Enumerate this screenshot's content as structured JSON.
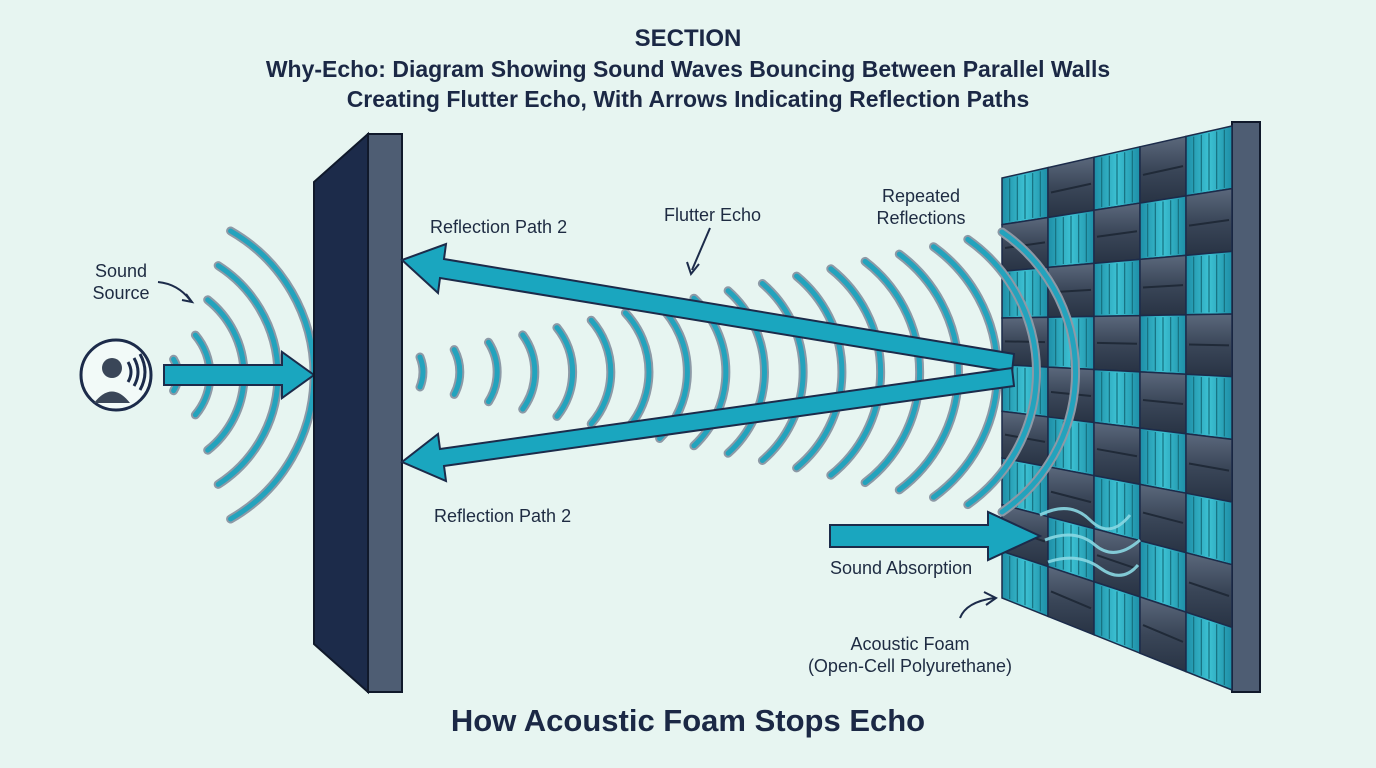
{
  "header": {
    "section": "SECTION",
    "title_line1": "Why-Echo: Diagram Showing Sound Waves Bouncing Between Parallel Walls",
    "title_line2": "Creating Flutter Echo, With Arrows Indicating Reflection Paths"
  },
  "labels": {
    "sound_source_1": "Sound",
    "sound_source_2": "Source",
    "reflection_top": "Reflection Path 2",
    "reflection_bottom": "Reflection Path 2",
    "flutter_echo": "Flutter Echo",
    "repeated_1": "Repeated",
    "repeated_2": "Reflections",
    "sound_absorption": "Sound Absorption",
    "foam_1": "Acoustic Foam",
    "foam_2": "(Open-Cell Polyurethane)"
  },
  "footer": {
    "title": "How Acoustic Foam Stops Echo"
  },
  "colors": {
    "background": "#e7f5f1",
    "wall_dark": "#1c2b4a",
    "wall_edge": "#4e5d73",
    "wave": "#23a3bd",
    "wave_outline": "#8d99a6",
    "arrow": "#1aa6bf",
    "foam_teal": "#27a9bd",
    "foam_gray": "#3e4a5c"
  },
  "icons": {
    "source": "person-sound-icon"
  }
}
